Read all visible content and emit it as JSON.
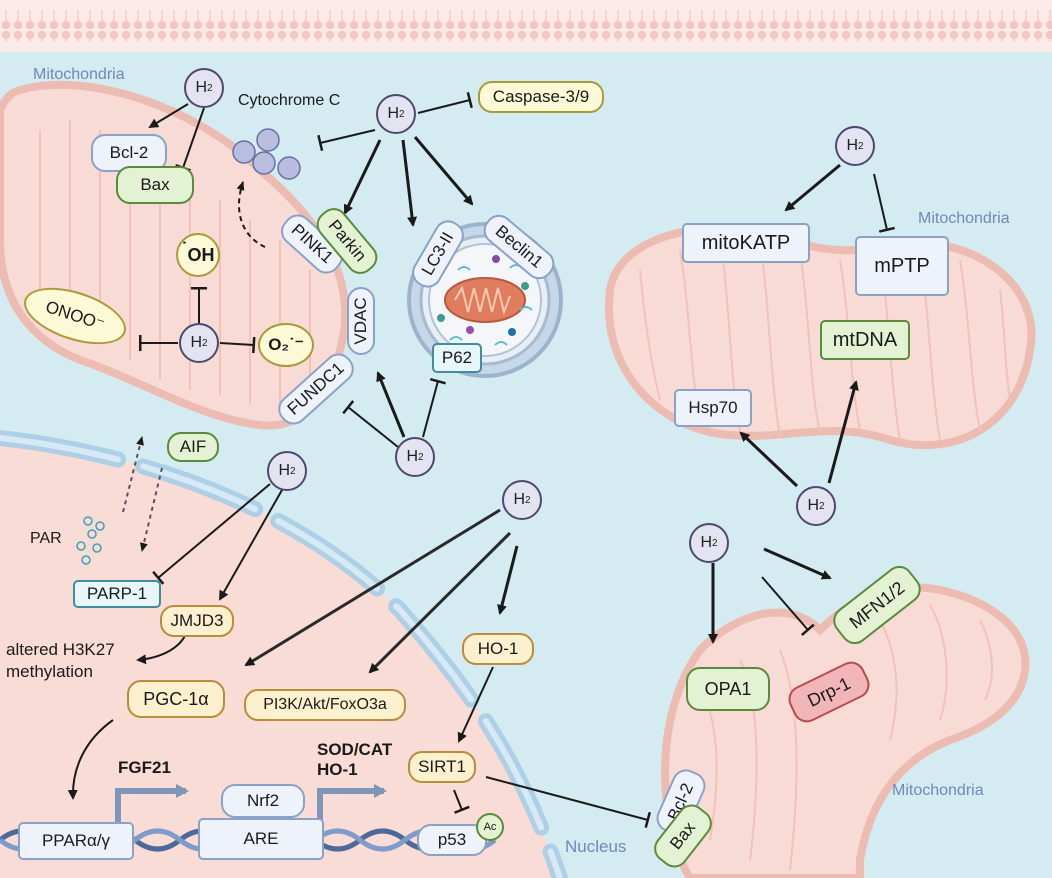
{
  "labels": {
    "mito_top_left": "Mitochondria",
    "mito_right_top": "Mitochondria",
    "mito_right_bottom": "Mitochondria",
    "cytochrome_c": "Cytochrome C",
    "nucleus": "Nucleus",
    "par": "PAR",
    "altered_line1": "altered H3K27",
    "altered_line2": "methylation",
    "fgf21": "FGF21",
    "sod_cat": "SOD/CAT",
    "ho1_gene": "HO-1"
  },
  "h2": {
    "symbol": "H",
    "subscript": "2"
  },
  "nodes": {
    "caspase": "Caspase-3/9",
    "bcl2_top": "Bcl-2",
    "bax_top": "Bax",
    "oh_dot": "˙",
    "oh": "OH",
    "onoo": "ONOO⁻",
    "o2": "O₂˙⁻",
    "pink1": "PINK1",
    "parkin": "Parkin",
    "vdac": "VDAC",
    "fundc1": "FUNDC1",
    "lc3": "LC3-II",
    "beclin1": "Beclin1",
    "p62": "P62",
    "mitokatp": "mitoKATP",
    "mptp": "mPTP",
    "mtdna": "mtDNA",
    "hsp70": "Hsp70",
    "aif": "AIF",
    "parp1": "PARP-1",
    "jmjd3": "JMJD3",
    "pgc1a": "PGC-1α",
    "pi3k": "PI3K/Akt/FoxO3a",
    "ho1": "HO-1",
    "sirt1": "SIRT1",
    "p53": "p53",
    "ac": "Ac",
    "ppar": "PPARα/γ",
    "are": "ARE",
    "nrf2": "Nrf2",
    "opa1": "OPA1",
    "drp1": "Drp-1",
    "mfn": "MFN1/2",
    "bcl2_bottom": "Bcl-2",
    "bax_bottom": "Bax"
  },
  "colors": {
    "cell_bg": "#d4ebf1",
    "mitochondria_fill": "#f8dbd5",
    "mitochondria_stroke": "#ecbcb2",
    "nucleus_fill": "#fadcd6",
    "h2_fill": "#e4e3f1",
    "arrow": "#1a1a1a"
  }
}
